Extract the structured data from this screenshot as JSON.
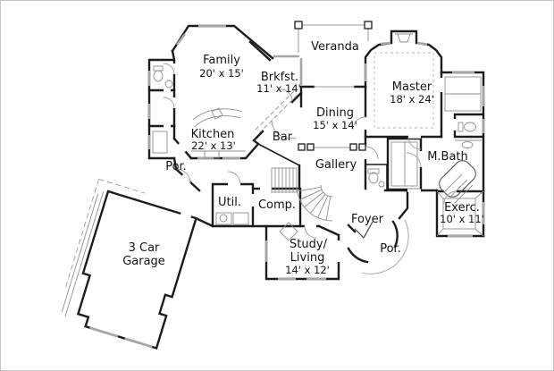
{
  "colors": {
    "wall": "#1c1c1c",
    "glass": "#a6a6a6",
    "detail": "#8f8f8f",
    "text": "#141414",
    "background": "#ffffff"
  },
  "rooms": {
    "family": {
      "name": "Family",
      "dims": "20' x 15'"
    },
    "veranda": {
      "name": "Veranda"
    },
    "breakfast": {
      "name": "Brkfst.",
      "dims": "11' x 14'"
    },
    "master": {
      "name": "Master",
      "dims": "18' x 24'"
    },
    "kitchen": {
      "name": "Kitchen",
      "dims": "22' x 13'"
    },
    "dining": {
      "name": "Dining",
      "dims": "15' x 14'"
    },
    "bar": {
      "name": "Bar"
    },
    "gallery": {
      "name": "Gallery"
    },
    "master_bath": {
      "name": "M.Bath"
    },
    "exercise": {
      "name": "Exerc.",
      "dims": "10' x 11'"
    },
    "foyer": {
      "name": "Foyer"
    },
    "porch_front": {
      "name": "Por."
    },
    "porch_side": {
      "name": "Por."
    },
    "utility": {
      "name": "Util."
    },
    "computer": {
      "name": "Comp."
    },
    "study": {
      "name": "Study/",
      "name2": "Living",
      "dims": "14' x 12'"
    },
    "garage": {
      "name": "3 Car",
      "name2": "Garage"
    }
  }
}
